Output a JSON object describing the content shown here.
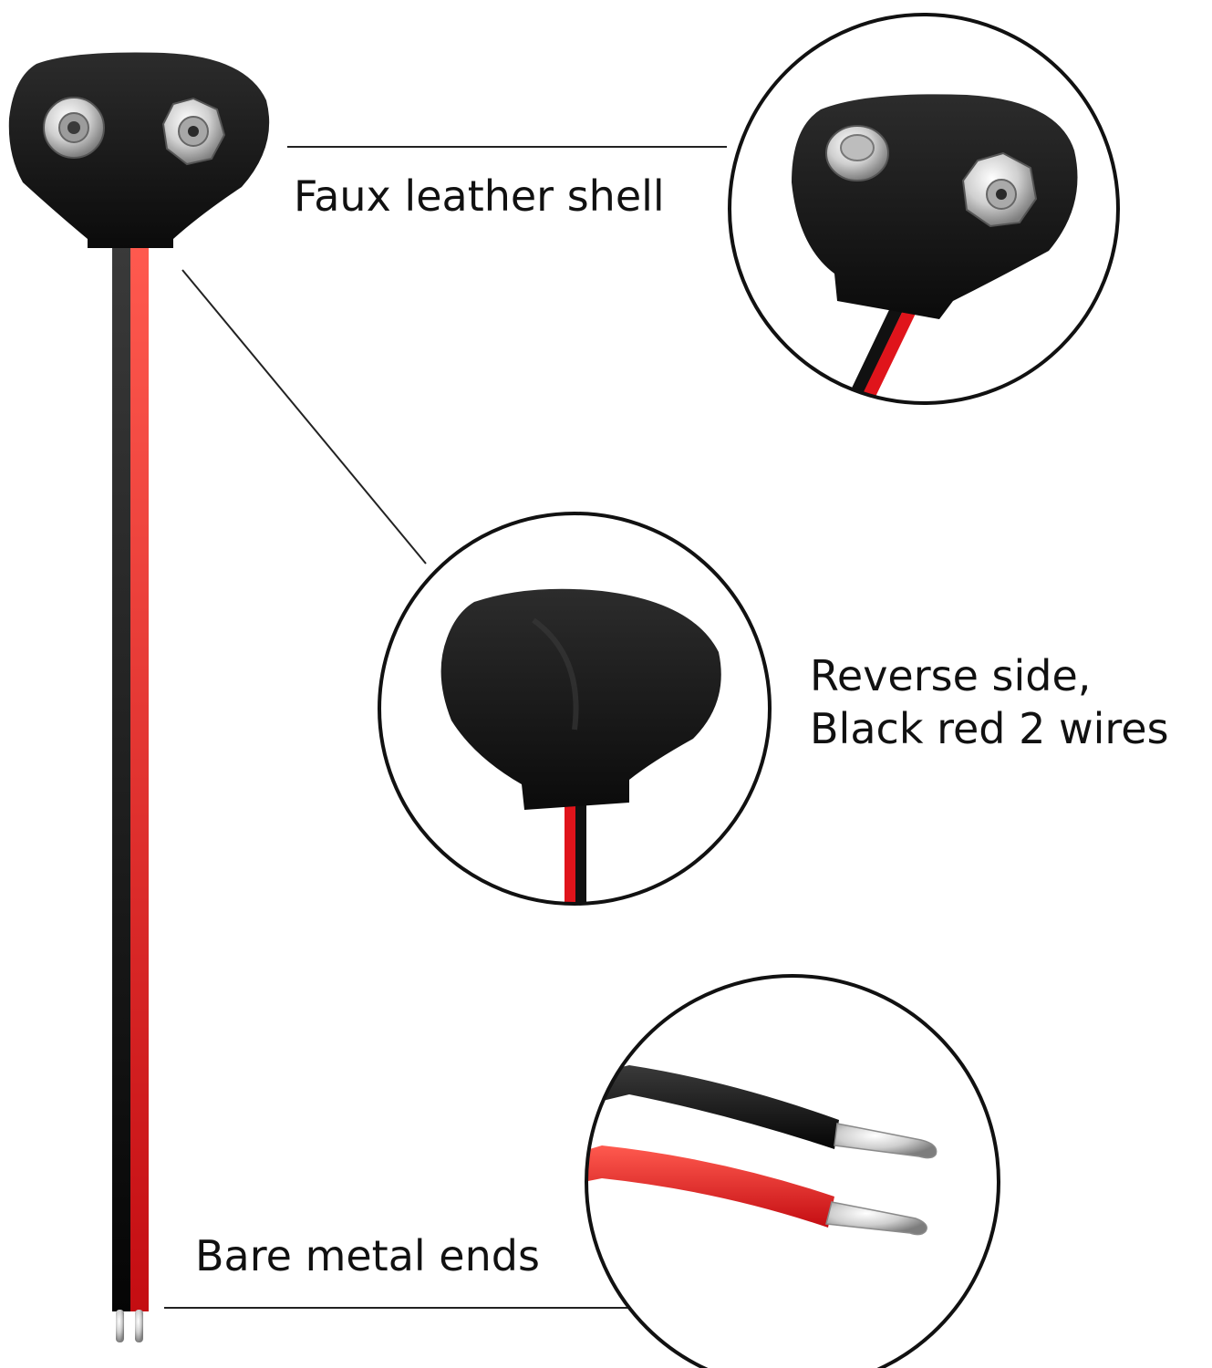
{
  "labels": {
    "shell": "Faux leather shell",
    "reverse_line1": "Reverse side,",
    "reverse_line2": "Black red 2 wires",
    "ends": "Bare metal ends"
  },
  "colors": {
    "background": "#ffffff",
    "text": "#111111",
    "wire_black": "#111111",
    "wire_red": "#e0141b",
    "shell": "#161616",
    "metal": "#c9c9c9"
  }
}
